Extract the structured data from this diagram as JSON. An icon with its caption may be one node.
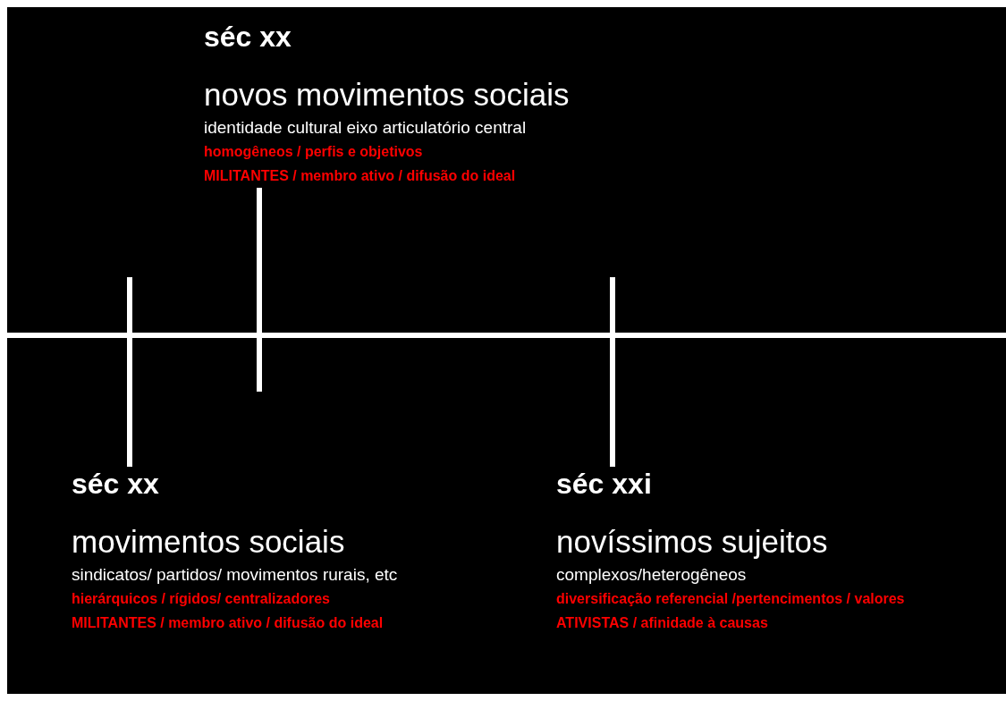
{
  "diagram": {
    "nodes": [
      {
        "text": [
          "séc xx",
          "novos movimentos sociais",
          "identidade cultural eixo articulatório central",
          "homogêneos / perfis e objetivos",
          "MILITANTES / membro ativo / difusão do ideal"
        ]
      },
      {
        "text": [],
        "shape": "bar"
      },
      {
        "text": [
          "séc xx",
          "movimentos sociais",
          "sindicatos/ partidos/ movimentos rurais, etc",
          "hierárquicos / rígidos/ centralizadores",
          "MILITANTES / membro ativo / difusão do ideal"
        ]
      },
      {
        "text": [
          "séc xxi",
          "novíssimos sujeitos",
          "complexos/heterogêneos",
          "diversificação referencial /pertencimentos / valores",
          "ATIVISTAS / afinidade à causas"
        ]
      }
    ],
    "edges": [
      {
        "from": 0,
        "to": 1,
        "arrow": "none"
      },
      {
        "from": 2,
        "to": 1,
        "arrow": "none"
      },
      {
        "from": 3,
        "to": 1,
        "arrow": "none"
      }
    ]
  }
}
